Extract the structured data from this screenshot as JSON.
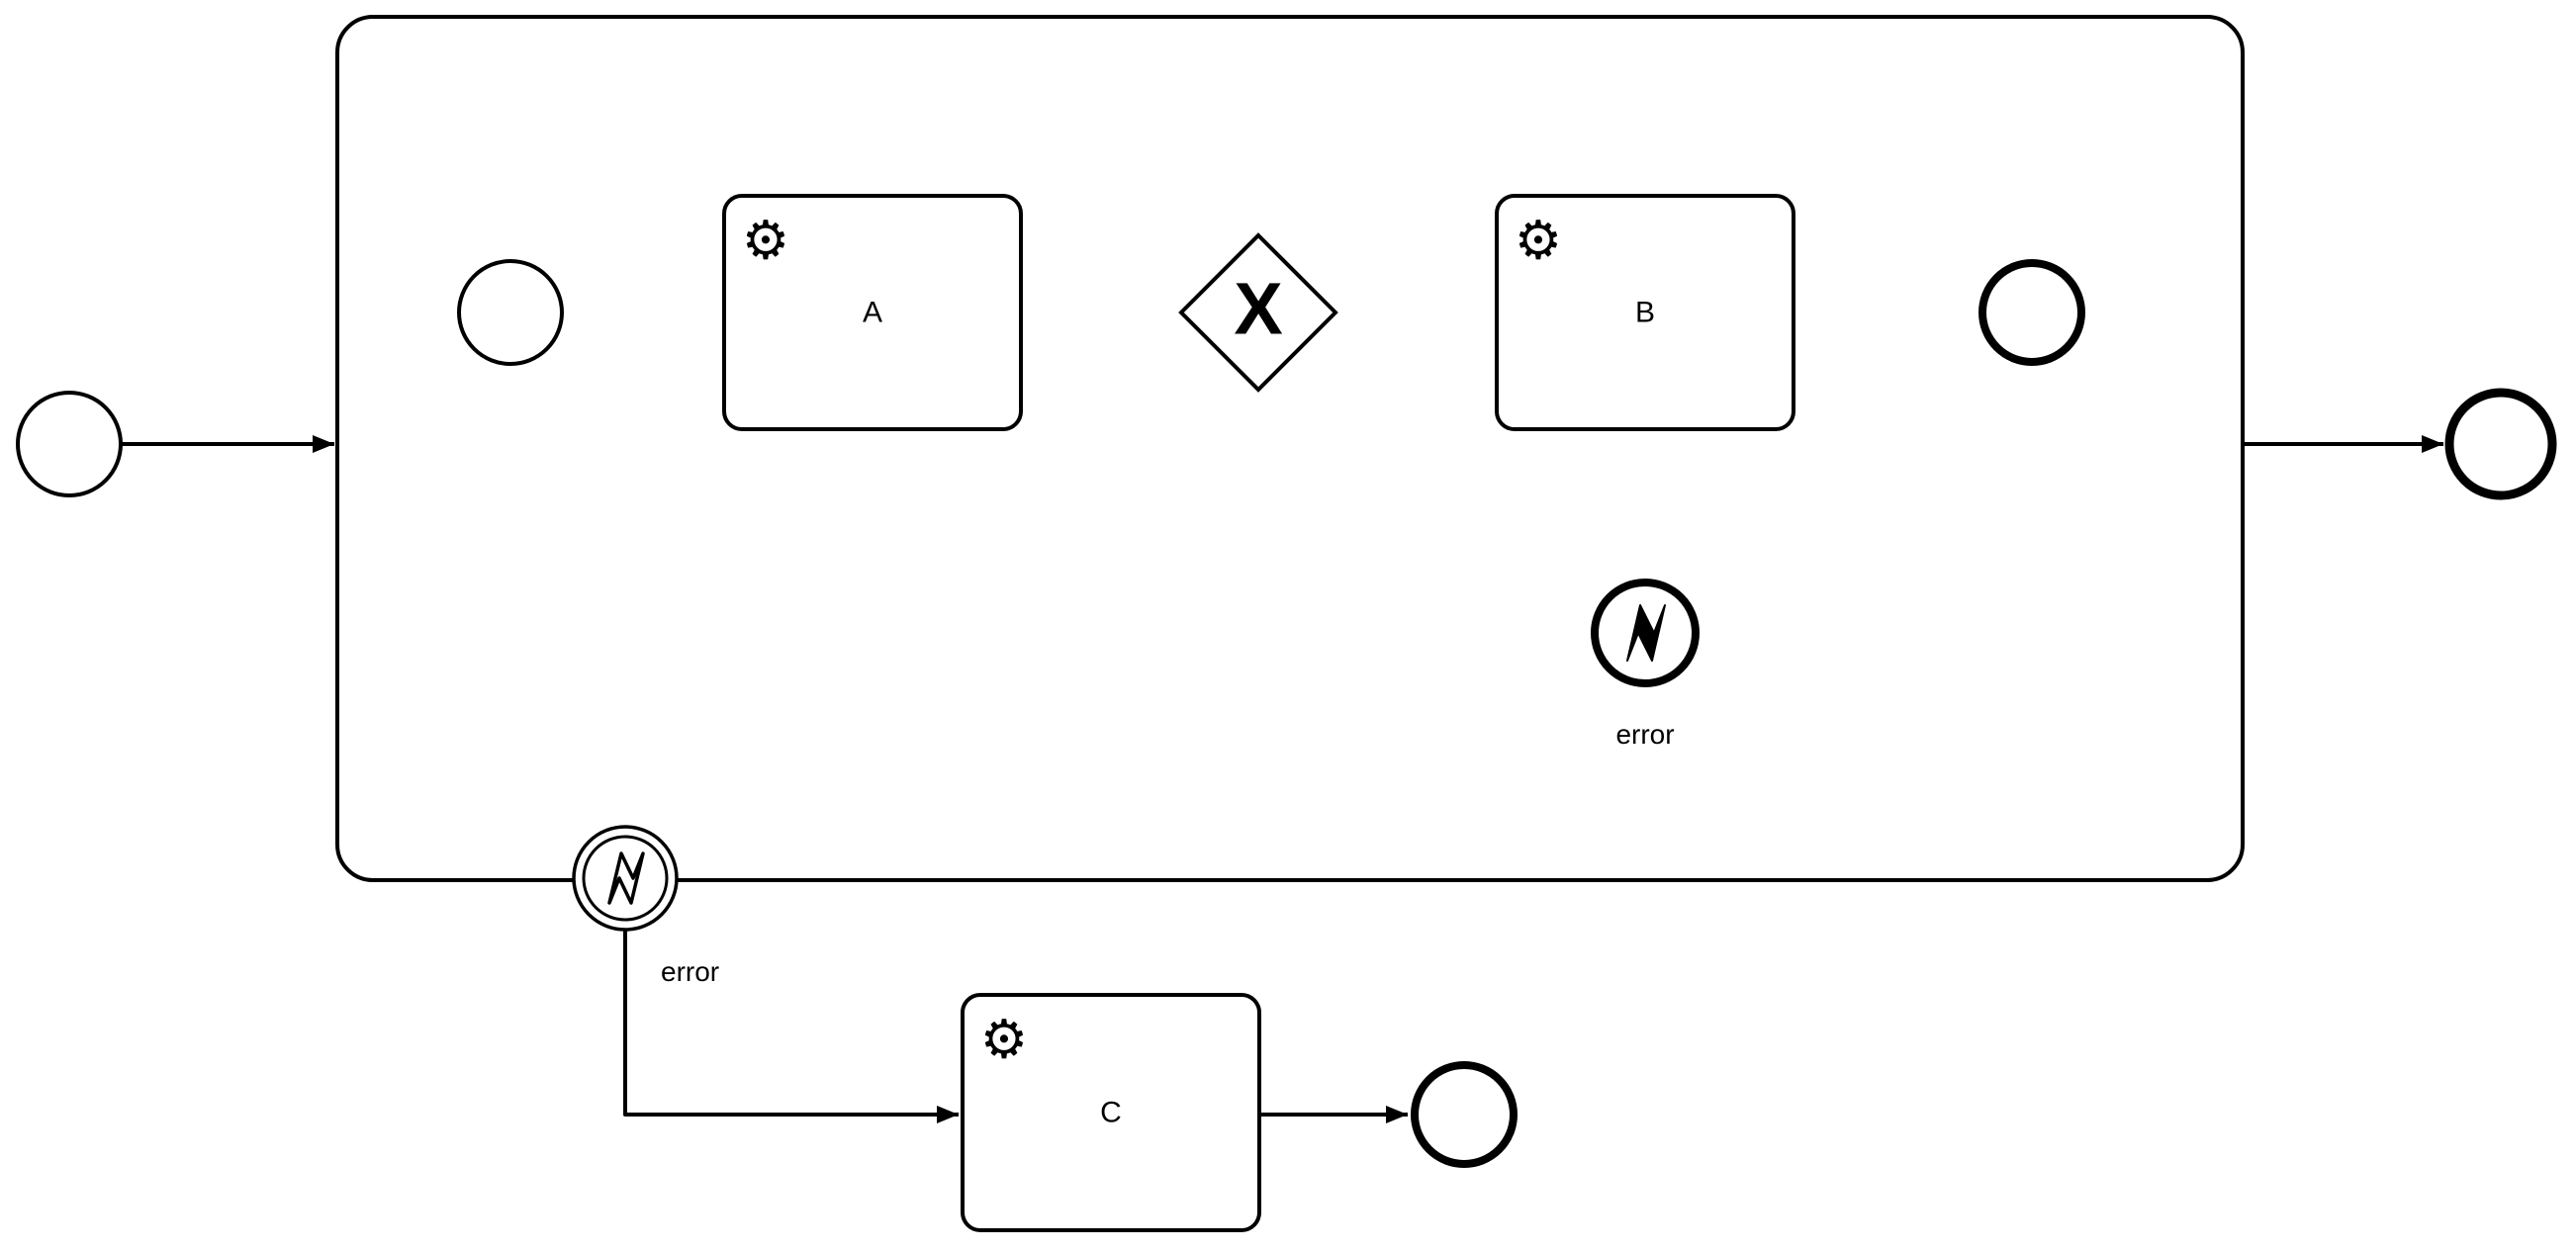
{
  "diagram": {
    "type": "bpmn-process-diagram",
    "colors": {
      "background": "#ffffff",
      "stroke": "#000000",
      "shape_fill": "#ffffff"
    },
    "tasks": {
      "a": {
        "label": "A",
        "type": "service-task"
      },
      "b": {
        "label": "B",
        "type": "service-task"
      },
      "c": {
        "label": "C",
        "type": "service-task"
      }
    },
    "gateway": {
      "type": "exclusive-gateway",
      "marker": "X"
    },
    "events": {
      "error_end": {
        "label": "error",
        "type": "error-end-event"
      },
      "boundary_error": {
        "label": "error",
        "type": "boundary-error-catch-event"
      }
    },
    "icons": {
      "service_task_gear": "⚙"
    }
  }
}
